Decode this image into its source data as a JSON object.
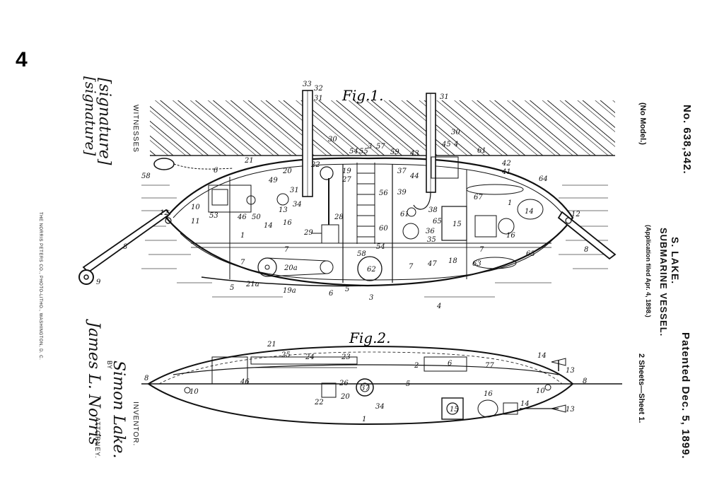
{
  "page_number": "4",
  "patent_number": "No. 638,342.",
  "no_model": "(No Model.)",
  "inventor_header": "S. LAKE.",
  "title": "SUBMARINE VESSEL.",
  "application": "(Application filed Apr. 4, 1898.)",
  "patented": "Patented Dec. 5, 1899.",
  "sheets": "2 Sheets—Sheet 1.",
  "witnesses_label": "WITNESSES",
  "inventor_label": "INVENTOR.",
  "by_label": "BY",
  "attorney_label": "ATTORNEY.",
  "printer_credit": "THE NORRIS PETERS CO., PHOTO-LITHO., WASHINGTON, D. C.",
  "inventor_signature": "Simon Lake.",
  "attorney_signature": "James L. Norris",
  "witness_signatures": [
    "[signature]",
    "[signature]"
  ],
  "fig1_label": "Fig.1.",
  "fig2_label": "Fig.2.",
  "fig1_numbers": [
    "33",
    "32",
    "31",
    "31",
    "30",
    "30",
    "54",
    "3",
    "57",
    "55",
    "59",
    "43",
    "45",
    "4",
    "61",
    "42",
    "21",
    "22",
    "19",
    "27",
    "20",
    "49",
    "6",
    "58",
    "41",
    "64",
    "31",
    "37",
    "39",
    "44",
    "67",
    "1",
    "14",
    "12",
    "10",
    "53",
    "46",
    "50",
    "13",
    "34",
    "28",
    "56",
    "38",
    "65",
    "15",
    "16",
    "11",
    "14",
    "16",
    "29",
    "1",
    "61",
    "60",
    "36",
    "35",
    "7",
    "58",
    "54",
    "62",
    "7",
    "47",
    "18",
    "7",
    "63",
    "63",
    "7",
    "20a",
    "21a",
    "19a",
    "6",
    "5",
    "5",
    "3",
    "4",
    "8",
    "9",
    "12",
    "8"
  ],
  "fig2_numbers": [
    "21",
    "25",
    "24",
    "23",
    "2",
    "6",
    "77",
    "14",
    "13",
    "8",
    "46",
    "10",
    "26",
    "37",
    "5",
    "10",
    "8",
    "22",
    "20",
    "34",
    "1",
    "16",
    "15",
    "14",
    "13"
  ]
}
